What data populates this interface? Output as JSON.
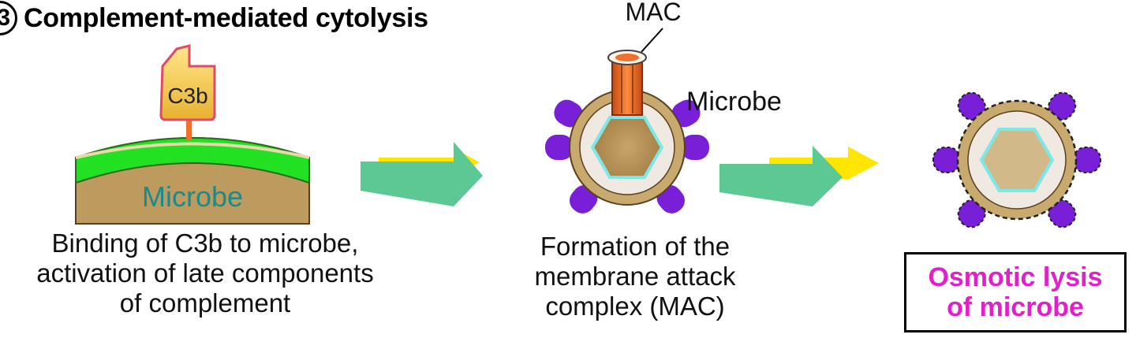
{
  "heading": {
    "number": "3",
    "title": "Complement-mediated cytolysis"
  },
  "panel1": {
    "c3b_label": "C3b",
    "microbe_label": "Microbe",
    "caption": [
      "Binding of C3b to microbe,",
      "activation of late components",
      "of complement"
    ]
  },
  "panel2": {
    "mac_label": "MAC",
    "microbe_label": "Microbe",
    "caption": [
      "Formation of the",
      "membrane attack",
      "complex (MAC)"
    ]
  },
  "panel3": {
    "result": [
      "Osmotic lysis",
      "of microbe"
    ]
  },
  "colors": {
    "arrow": "#5cc894",
    "arrow_accent": "#ffe600",
    "purple": "#7a1fd8",
    "green_layer": "#22e022",
    "microbe_fill": "#c8a96e",
    "result_text": "#e020c8",
    "mac": "#f07030"
  }
}
